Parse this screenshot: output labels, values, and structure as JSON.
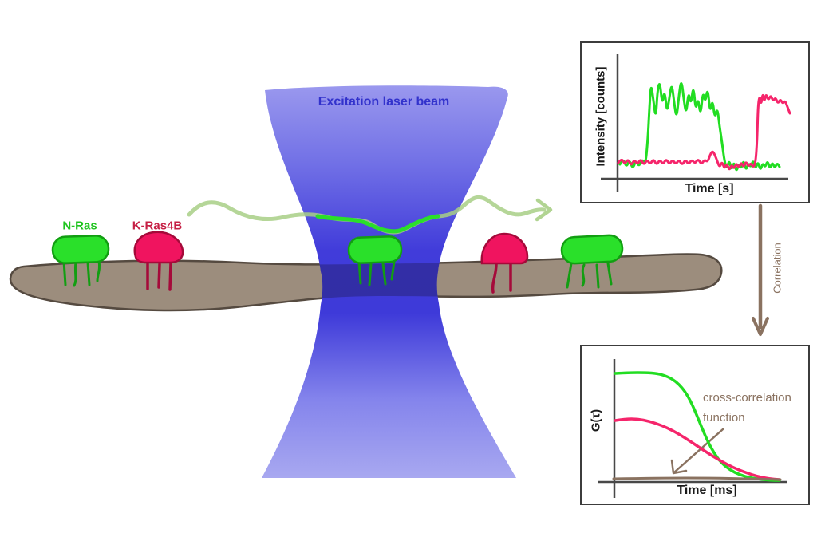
{
  "colors": {
    "beam_text": "#3232cc",
    "beam_top": "#9a98ee",
    "beam_upper": "#7170e6",
    "beam_mid": "#413cda",
    "beam_mid2": "#3e3ad9",
    "beam_lower": "#8484ec",
    "beam_bottom": "#a8a8f0",
    "membrane_fill": "#9c8d7d",
    "membrane_stroke": "#554a40",
    "green_protein": "#2ae02a",
    "green_stroke": "#129e12",
    "pink_protein": "#f0145f",
    "pink_stroke": "#a50a3a",
    "pale_arrow": "#a8cf86",
    "bright_arrow": "#2adf2a",
    "brown": "#8a7260",
    "plot_border": "#3c3c3c",
    "axis": "#484848",
    "plot_text": "#1a1a1a",
    "nras_label": "#1fc41f",
    "kras_label": "#c62045",
    "green_trace": "#22dd22",
    "pink_trace": "#f5256b"
  },
  "scene": {
    "beam_label": "Excitation laser beam",
    "nras_label": "N-Ras",
    "kras_label": "K-Ras4B"
  },
  "correlation_flow": {
    "label": "Correlation"
  },
  "intensity_plot": {
    "ylabel": "Intensity [counts]",
    "xlabel": "Time [s]"
  },
  "correlation_plot": {
    "ylabel": "G(τ)",
    "xlabel": "Time [ms]",
    "annotation_line1": "cross-correlation",
    "annotation_line2": "function"
  },
  "chart_data": [
    {
      "id": "intensity",
      "type": "line",
      "title": "",
      "xlabel": "Time [s]",
      "ylabel": "Intensity [counts]",
      "axis_ticks": "none (schematic fluctuation traces)",
      "legend": "none",
      "series": [
        {
          "name": "green-fluorescence-trace",
          "label": "N-Ras channel (green burst mid-trace)",
          "color": "#22dd22",
          "width": 3,
          "points": [
            [
              48,
              152
            ],
            [
              52,
              144
            ],
            [
              56,
              156
            ],
            [
              60,
              146
            ],
            [
              64,
              158
            ],
            [
              68,
              147
            ],
            [
              72,
              155
            ],
            [
              76,
              145
            ],
            [
              80,
              153
            ],
            [
              83,
              120
            ],
            [
              85,
              80
            ],
            [
              87,
              50
            ],
            [
              90,
              72
            ],
            [
              93,
              95
            ],
            [
              95,
              60
            ],
            [
              98,
              47
            ],
            [
              101,
              78
            ],
            [
              104,
              58
            ],
            [
              107,
              88
            ],
            [
              110,
              68
            ],
            [
              113,
              50
            ],
            [
              116,
              75
            ],
            [
              119,
              95
            ],
            [
              122,
              65
            ],
            [
              125,
              45
            ],
            [
              128,
              70
            ],
            [
              131,
              90
            ],
            [
              134,
              60
            ],
            [
              137,
              78
            ],
            [
              140,
              52
            ],
            [
              143,
              85
            ],
            [
              146,
              68
            ],
            [
              149,
              92
            ],
            [
              152,
              60
            ],
            [
              155,
              75
            ],
            [
              158,
              55
            ],
            [
              161,
              88
            ],
            [
              164,
              70
            ],
            [
              167,
              95
            ],
            [
              170,
              80
            ],
            [
              173,
              105
            ],
            [
              176,
              125
            ],
            [
              179,
              148
            ],
            [
              182,
              158
            ],
            [
              185,
              146
            ],
            [
              188,
              160
            ],
            [
              191,
              148
            ],
            [
              194,
              162
            ],
            [
              197,
              150
            ],
            [
              200,
              158
            ],
            [
              203,
              146
            ],
            [
              206,
              160
            ],
            [
              209,
              150
            ],
            [
              212,
              156
            ],
            [
              215,
              146
            ],
            [
              218,
              158
            ],
            [
              221,
              148
            ],
            [
              224,
              160
            ],
            [
              227,
              150
            ],
            [
              230,
              156
            ],
            [
              233,
              147
            ],
            [
              236,
              158
            ],
            [
              239,
              149
            ],
            [
              242,
              157
            ],
            [
              245,
              150
            ],
            [
              248,
              155
            ]
          ]
        },
        {
          "name": "red-fluorescence-trace",
          "label": "K-Ras4B channel (red burst at end)",
          "color": "#f5256b",
          "width": 3,
          "points": [
            [
              46,
              150
            ],
            [
              50,
              144
            ],
            [
              54,
              152
            ],
            [
              58,
              145
            ],
            [
              62,
              154
            ],
            [
              66,
              146
            ],
            [
              70,
              152
            ],
            [
              74,
              145
            ],
            [
              78,
              153
            ],
            [
              82,
              146
            ],
            [
              86,
              152
            ],
            [
              90,
              145
            ],
            [
              94,
              153
            ],
            [
              98,
              146
            ],
            [
              102,
              152
            ],
            [
              106,
              145
            ],
            [
              110,
              152
            ],
            [
              114,
              146
            ],
            [
              118,
              152
            ],
            [
              122,
              146
            ],
            [
              126,
              153
            ],
            [
              130,
              146
            ],
            [
              134,
              152
            ],
            [
              138,
              146
            ],
            [
              142,
              151
            ],
            [
              146,
              145
            ],
            [
              150,
              152
            ],
            [
              154,
              146
            ],
            [
              158,
              149
            ],
            [
              161,
              140
            ],
            [
              164,
              135
            ],
            [
              167,
              140
            ],
            [
              170,
              148
            ],
            [
              173,
              156
            ],
            [
              176,
              148
            ],
            [
              179,
              158
            ],
            [
              182,
              150
            ],
            [
              185,
              160
            ],
            [
              188,
              152
            ],
            [
              191,
              158
            ],
            [
              194,
              150
            ],
            [
              197,
              157
            ],
            [
              200,
              149
            ],
            [
              203,
              156
            ],
            [
              206,
              148
            ],
            [
              209,
              155
            ],
            [
              212,
              150
            ],
            [
              215,
              156
            ],
            [
              218,
              150
            ],
            [
              220,
              120
            ],
            [
              221,
              80
            ],
            [
              223,
              65
            ],
            [
              225,
              78
            ],
            [
              227,
              62
            ],
            [
              229,
              74
            ],
            [
              231,
              63
            ],
            [
              234,
              72
            ],
            [
              237,
              65
            ],
            [
              240,
              73
            ],
            [
              243,
              68
            ],
            [
              246,
              76
            ],
            [
              249,
              70
            ],
            [
              252,
              76
            ],
            [
              255,
              72
            ],
            [
              258,
              80
            ],
            [
              261,
              88
            ]
          ]
        }
      ]
    },
    {
      "id": "correlation",
      "type": "line",
      "title": "",
      "xlabel": "Time [ms]",
      "ylabel": "G(τ)",
      "axis_ticks": "none (schematic decay curves)",
      "annotation": "cross-correlation function (flat brown curve near zero)",
      "legend": "none",
      "series": [
        {
          "name": "green-autocorrelation",
          "label": "N-Ras autocorrelation (high amplitude)",
          "color": "#22dd22",
          "width": 3.5,
          "points": [
            [
              42,
              34
            ],
            [
              60,
              33
            ],
            [
              80,
              33
            ],
            [
              95,
              34
            ],
            [
              108,
              38
            ],
            [
              118,
              44
            ],
            [
              126,
              52
            ],
            [
              133,
              62
            ],
            [
              139,
              74
            ],
            [
              145,
              88
            ],
            [
              151,
              103
            ],
            [
              158,
              119
            ],
            [
              166,
              134
            ],
            [
              175,
              146
            ],
            [
              186,
              155
            ],
            [
              198,
              161
            ],
            [
              212,
              165
            ],
            [
              228,
              167
            ],
            [
              240,
              168
            ],
            [
              248,
              168
            ]
          ]
        },
        {
          "name": "red-autocorrelation",
          "label": "K-Ras4B autocorrelation (lower amplitude)",
          "color": "#f5256b",
          "width": 3.5,
          "points": [
            [
              42,
              93
            ],
            [
              55,
              91
            ],
            [
              70,
              91
            ],
            [
              85,
              94
            ],
            [
              100,
              99
            ],
            [
              115,
              106
            ],
            [
              130,
              115
            ],
            [
              145,
              125
            ],
            [
              160,
              135
            ],
            [
              175,
              144
            ],
            [
              190,
              152
            ],
            [
              205,
              158
            ],
            [
              220,
              163
            ],
            [
              235,
              166
            ],
            [
              248,
              167
            ]
          ]
        },
        {
          "name": "cross-correlation-function",
          "label": "cross-correlation function (≈0, no co-diffusion)",
          "color": "#8a7260",
          "width": 3,
          "points": [
            [
              40,
              166
            ],
            [
              100,
              165
            ],
            [
              160,
              165
            ],
            [
              210,
              166
            ],
            [
              249,
              167
            ]
          ]
        }
      ]
    }
  ]
}
